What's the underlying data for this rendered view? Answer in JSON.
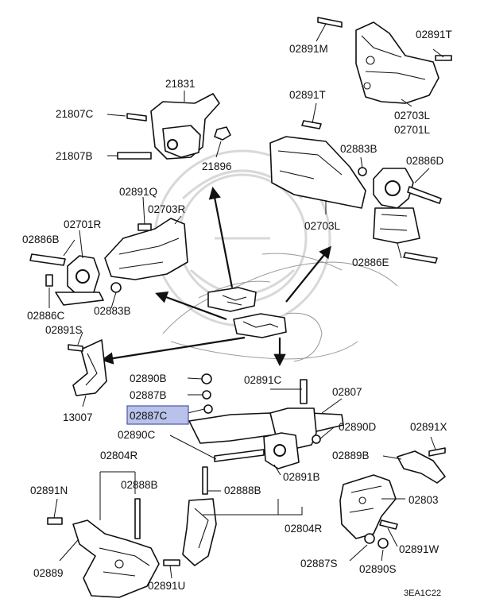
{
  "diagram_code": "3EA1C22",
  "highlighted_part": "02887C",
  "labels": {
    "02891M": "02891M",
    "02891T_top": "02891T",
    "02891T_mid": "02891T",
    "02703L_a": "02703L",
    "02701L": "02701L",
    "02883B_right": "02883B",
    "02886D": "02886D",
    "02703L_b": "02703L",
    "02886E": "02886E",
    "21831": "21831",
    "21807C": "21807C",
    "21807B": "21807B",
    "21896": "21896",
    "02891Q": "02891Q",
    "02703R": "02703R",
    "02701R": "02701R",
    "02886B": "02886B",
    "02886C": "02886C",
    "02883B_left": "02883B",
    "02891S": "02891S",
    "13007": "13007",
    "02890B": "02890B",
    "02887B": "02887B",
    "02887C": "02887C",
    "02890C": "02890C",
    "02891C": "02891C",
    "02807": "02807",
    "02890D": "02890D",
    "02891X": "02891X",
    "02889B": "02889B",
    "02891B": "02891B",
    "02804R_top": "02804R",
    "02888B_left": "02888B",
    "02891N": "02891N",
    "02888B_mid": "02888B",
    "02803": "02803",
    "02804R_bottom": "02804R",
    "02889": "02889",
    "02891W": "02891W",
    "02887S": "02887S",
    "02890S": "02890S",
    "02891U": "02891U"
  }
}
